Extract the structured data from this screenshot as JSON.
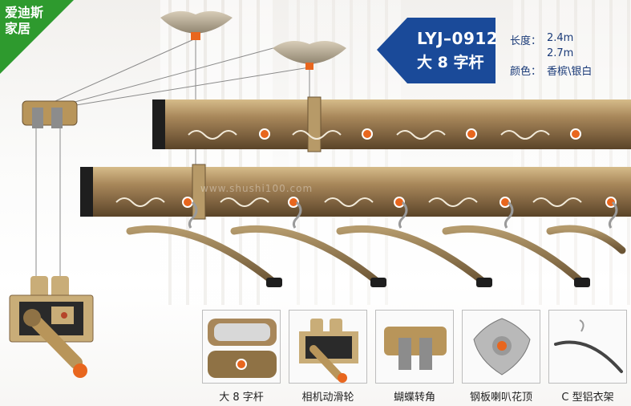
{
  "brand": {
    "line1": "爱迪斯",
    "line2": "家居",
    "color": "#2e9a2e"
  },
  "model": {
    "code": "LYJ–0912",
    "name": "大 8 字杆",
    "badge_color": "#1a4a99"
  },
  "specs": {
    "length_label": "长度：",
    "length_1": "2.4m",
    "length_2": "2.7m",
    "color_label": "颜色：",
    "color_value": "香槟\\银白"
  },
  "watermark": "www.shushi100.com",
  "features": [
    {
      "label": "大 8 字杆",
      "icon": "rod-profile-icon"
    },
    {
      "label": "相机动滑轮",
      "icon": "crank-pulley-icon"
    },
    {
      "label": "蝴蝶转角",
      "icon": "corner-pulley-icon"
    },
    {
      "label": "钢板喇叭花顶",
      "icon": "ceiling-mount-icon"
    },
    {
      "label": "C 型铝衣架",
      "icon": "hanger-icon"
    }
  ],
  "colors": {
    "rod": "#a8875a",
    "rod_dark": "#6e5534",
    "accent_orange": "#e8661e"
  }
}
